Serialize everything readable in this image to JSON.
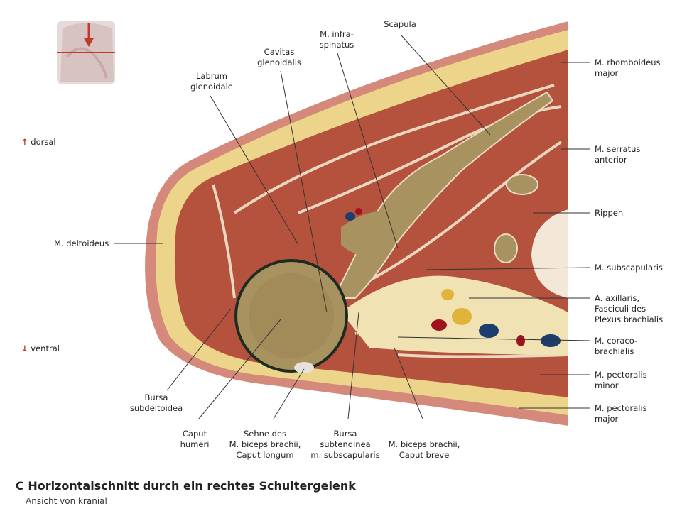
{
  "figure": {
    "title": "C Horizontalschnitt durch ein rechtes Schultergelenk",
    "subtitle": "Ansicht von kranial"
  },
  "orientation": {
    "dorsal": "dorsal",
    "ventral": "ventral"
  },
  "labels": {
    "labrum": [
      "Labrum",
      "glenoidale"
    ],
    "cavitas": [
      "Cavitas",
      "glenoidalis"
    ],
    "infraspinatus": [
      "M. infra-",
      "spinatus"
    ],
    "scapula": [
      "Scapula"
    ],
    "rhomboideus": [
      "M. rhomboideus",
      "major"
    ],
    "serratus": [
      "M. serratus",
      "anterior"
    ],
    "rippen": [
      "Rippen"
    ],
    "subscapularis": [
      "M. subscapularis"
    ],
    "axillaris": [
      "A. axillaris,",
      "Fasciculi des",
      "Plexus brachialis"
    ],
    "coracobrachialis": [
      "M. coraco-",
      "brachialis"
    ],
    "pect_minor": [
      "M. pectoralis",
      "minor"
    ],
    "pect_major": [
      "M. pectoralis",
      "major"
    ],
    "deltoideus": [
      "M. deltoideus"
    ],
    "bursa_subdelt": [
      "Bursa",
      "subdeltoidea"
    ],
    "caput_humeri": [
      "Caput",
      "humeri"
    ],
    "sehne": [
      "Sehne des",
      "M. biceps brachii,",
      "Caput longum"
    ],
    "bursa_subtend": [
      "Bursa",
      "subtendinea",
      "m. subscapularis"
    ],
    "biceps_breve": [
      "M. biceps brachii,",
      "Caput breve"
    ]
  },
  "colors": {
    "skin": "#d4897a",
    "fat": "#ecd58a",
    "muscle": "#b4523d",
    "bone": "#a8925f",
    "accent": "#c0392b"
  }
}
